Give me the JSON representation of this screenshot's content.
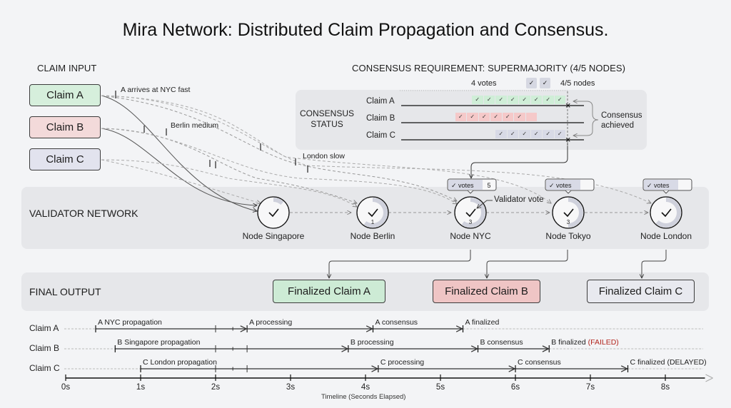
{
  "title": "Mira Network: Distributed Claim Propagation and Consensus.",
  "colors": {
    "claim_a": "#d6efdc",
    "claim_b": "#f3dada",
    "claim_c": "#e2e3ee",
    "final_a": "#cdebd5",
    "final_b": "#efc5c5",
    "final_c": "#e8e9ef",
    "vote_a": "#cfeed7",
    "vote_b": "#f5c9c9",
    "vote_c": "#d8dae6",
    "failed": "#b3261e",
    "band": "#e6e7ea"
  },
  "claim_input": {
    "label": "CLAIM INPUT",
    "claims": [
      "Claim A",
      "Claim B",
      "Claim C"
    ],
    "annotations": {
      "a_fast": "A arrives at NYC fast",
      "berlin_medium": "Berlin medium",
      "london_slow": "London slow"
    }
  },
  "consensus": {
    "requirement": "CONSENSUS REQUIREMENT: SUPERMAJORITY (4/5 NODES)",
    "status_label_1": "CONSENSUS",
    "status_label_2": "STATUS",
    "votes_label": "4 votes",
    "nodes_label": "4/5 nodes",
    "achieved_1": "Consensus",
    "achieved_2": "achieved",
    "check_glyph": "✓",
    "rows": [
      {
        "label": "Claim A",
        "checked_votes": 8,
        "empty_votes": 0,
        "reached": true
      },
      {
        "label": "Claim B",
        "checked_votes": 6,
        "empty_votes": 1,
        "reached": false
      },
      {
        "label": "Claim C",
        "checked_votes": 6,
        "empty_votes": 0,
        "reached": true
      }
    ]
  },
  "validator_network": {
    "label": "VALIDATOR NETWORK",
    "validator_vote_label": "Validator vote",
    "badge_label": "votes",
    "nodes": [
      {
        "name": "Node Singapore",
        "fill_fraction": 0.12,
        "count": "",
        "badge": null
      },
      {
        "name": "Node Berlin",
        "fill_fraction": 0.6,
        "count": "1",
        "badge": null
      },
      {
        "name": "Node NYC",
        "fill_fraction": 0.6,
        "count": "3",
        "badge": {
          "value": "5",
          "fill": 1.0
        }
      },
      {
        "name": "Node Tokyo",
        "fill_fraction": 0.5,
        "count": "3",
        "badge": {
          "value": "",
          "fill": 0.75
        }
      },
      {
        "name": "Node London",
        "fill_fraction": 0.62,
        "count": "",
        "badge": {
          "value": "",
          "fill": 0.75
        }
      }
    ]
  },
  "final_output": {
    "label": "FINAL OUTPUT",
    "items": [
      "Finalized Claim A",
      "Finalized Claim B",
      "Finalized Claim C"
    ]
  },
  "timeline": {
    "axis_title": "Timeline (Seconds Elapsed)",
    "ticks": [
      "0s",
      "1s",
      "2s",
      "3s",
      "4s",
      "5s",
      "6s",
      "7s",
      "8s"
    ],
    "tick_values": [
      0,
      1,
      2,
      3,
      4,
      5,
      6,
      7,
      8
    ],
    "max": 8.5,
    "rows": [
      {
        "label": "Claim A",
        "start": 0.4,
        "phases": [
          {
            "label": "A NYC propagation",
            "at": 0.4
          },
          {
            "label": "A processing",
            "at": 2.42
          },
          {
            "label": "A consensus",
            "at": 4.1
          },
          {
            "label": "A finalized",
            "at": 5.3
          }
        ],
        "end": 5.3,
        "minor_ticks": [
          2.0,
          2.23,
          2.42
        ]
      },
      {
        "label": "Claim B",
        "start": 0.66,
        "phases": [
          {
            "label": "B Singapore propagation",
            "at": 0.66
          },
          {
            "label": "B processing",
            "at": 3.77
          },
          {
            "label": "B consensus",
            "at": 5.5
          },
          {
            "label": "B finalized",
            "at": 6.45,
            "suffix": "(FAILED)"
          }
        ],
        "end": 6.45,
        "minor_ticks": [
          2.0,
          2.23,
          2.42
        ]
      },
      {
        "label": "Claim C",
        "start": 1.0,
        "phases": [
          {
            "label": "C London propagation",
            "at": 1.0
          },
          {
            "label": "C processing",
            "at": 4.17
          },
          {
            "label": "C consensus",
            "at": 6.0
          },
          {
            "label": "C finalized (DELAYED)",
            "at": 7.5
          }
        ],
        "end": 7.5,
        "minor_ticks": [
          2.0,
          2.23,
          2.42
        ]
      }
    ]
  }
}
